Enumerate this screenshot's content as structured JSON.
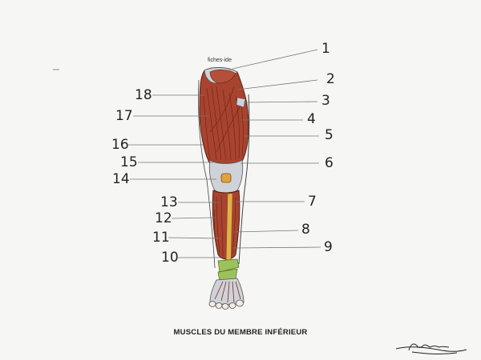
{
  "watermark": "fiches-ide",
  "title": "MUSCLES DU MEMBRE INFÉRIEUR",
  "labels": {
    "n1": "1",
    "n2": "2",
    "n3": "3",
    "n4": "4",
    "n5": "5",
    "n6": "6",
    "n7": "7",
    "n8": "8",
    "n9": "9",
    "n10": "10",
    "n11": "11",
    "n12": "12",
    "n13": "13",
    "n14": "14",
    "n15": "15",
    "n16": "16",
    "n17": "17",
    "n18": "18"
  },
  "colors": {
    "muscle": "#a8432f",
    "muscle_dark": "#7a2a1c",
    "tendon": "#cfd2d8",
    "patella": "#e0a23a",
    "retinaculum": "#9cc25c",
    "tendon_yellow": "#e2b04a"
  }
}
